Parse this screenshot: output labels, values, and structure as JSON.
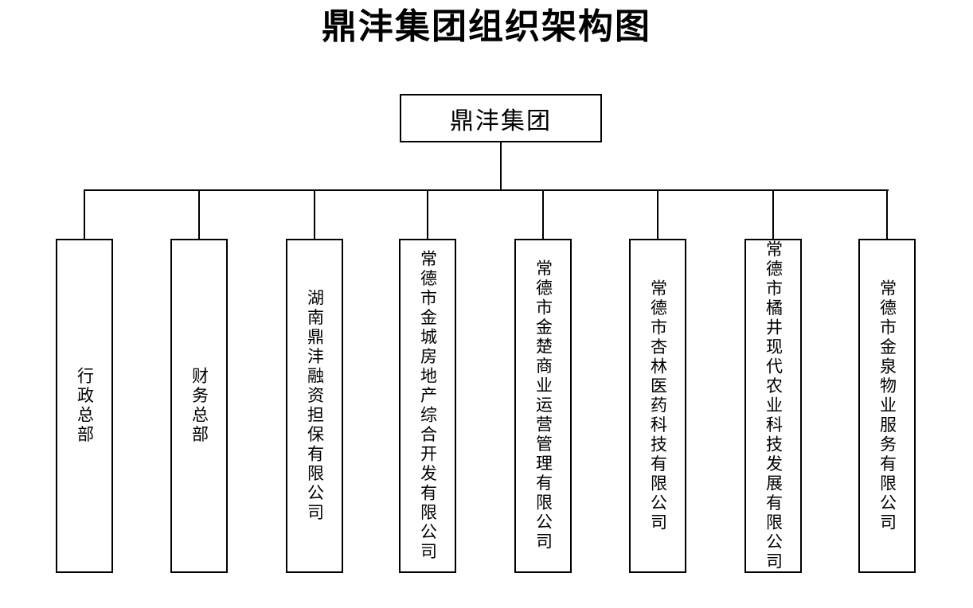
{
  "title": "鼎沣集团组织架构图",
  "root": {
    "name": "鼎沣集团"
  },
  "children": [
    {
      "name": "行政总部"
    },
    {
      "name": "财务总部"
    },
    {
      "name": "湖南鼎沣融资担保有限公司"
    },
    {
      "name": "常德市金城房地产综合开发有限公司"
    },
    {
      "name": "常德市金楚商业运营管理有限公司"
    },
    {
      "name": "常德市杏林医药科技有限公司"
    },
    {
      "name": "常德市橘井现代农业科技发展有限公司"
    },
    {
      "name": "常德市金泉物业服务有限公司"
    }
  ],
  "colors": {
    "line": "#000000",
    "background": "#ffffff",
    "text": "#000000"
  }
}
